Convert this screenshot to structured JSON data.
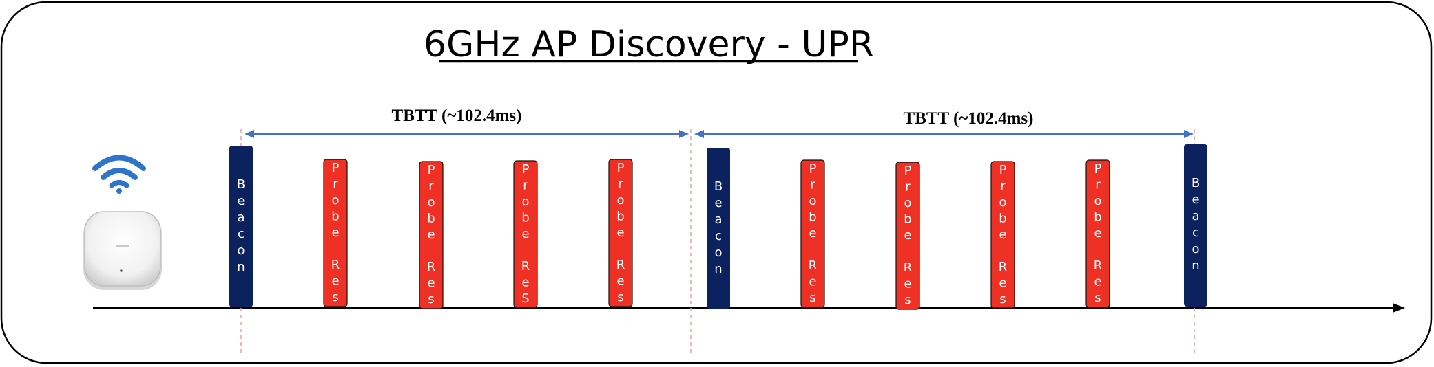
{
  "title": "6GHz AP Discovery - UPR",
  "tbtt_labels": [
    "TBTT (~102.4ms)",
    "TBTT (~102.4ms)"
  ],
  "colors": {
    "beacon": "#0b225e",
    "probe": "#ee3124",
    "arrow": "#4472c4",
    "dashed": "#e8a39c",
    "wifi": "#2e75c9"
  },
  "frames": [
    {
      "kind": "beacon",
      "label": "Beacon"
    },
    {
      "kind": "probe",
      "label": "Probe Res"
    },
    {
      "kind": "probe",
      "label": "Probe Res"
    },
    {
      "kind": "probe",
      "label": "Probe ReS"
    },
    {
      "kind": "probe",
      "label": "Probe Res"
    },
    {
      "kind": "beacon",
      "label": "Beacon"
    },
    {
      "kind": "probe",
      "label": "Probe Res"
    },
    {
      "kind": "probe",
      "label": "Probe Res"
    },
    {
      "kind": "probe",
      "label": "Probe Res"
    },
    {
      "kind": "probe",
      "label": "Probe Res"
    },
    {
      "kind": "beacon",
      "label": "Beacon"
    }
  ],
  "icons": [
    "wifi-icon",
    "access-point-icon"
  ]
}
